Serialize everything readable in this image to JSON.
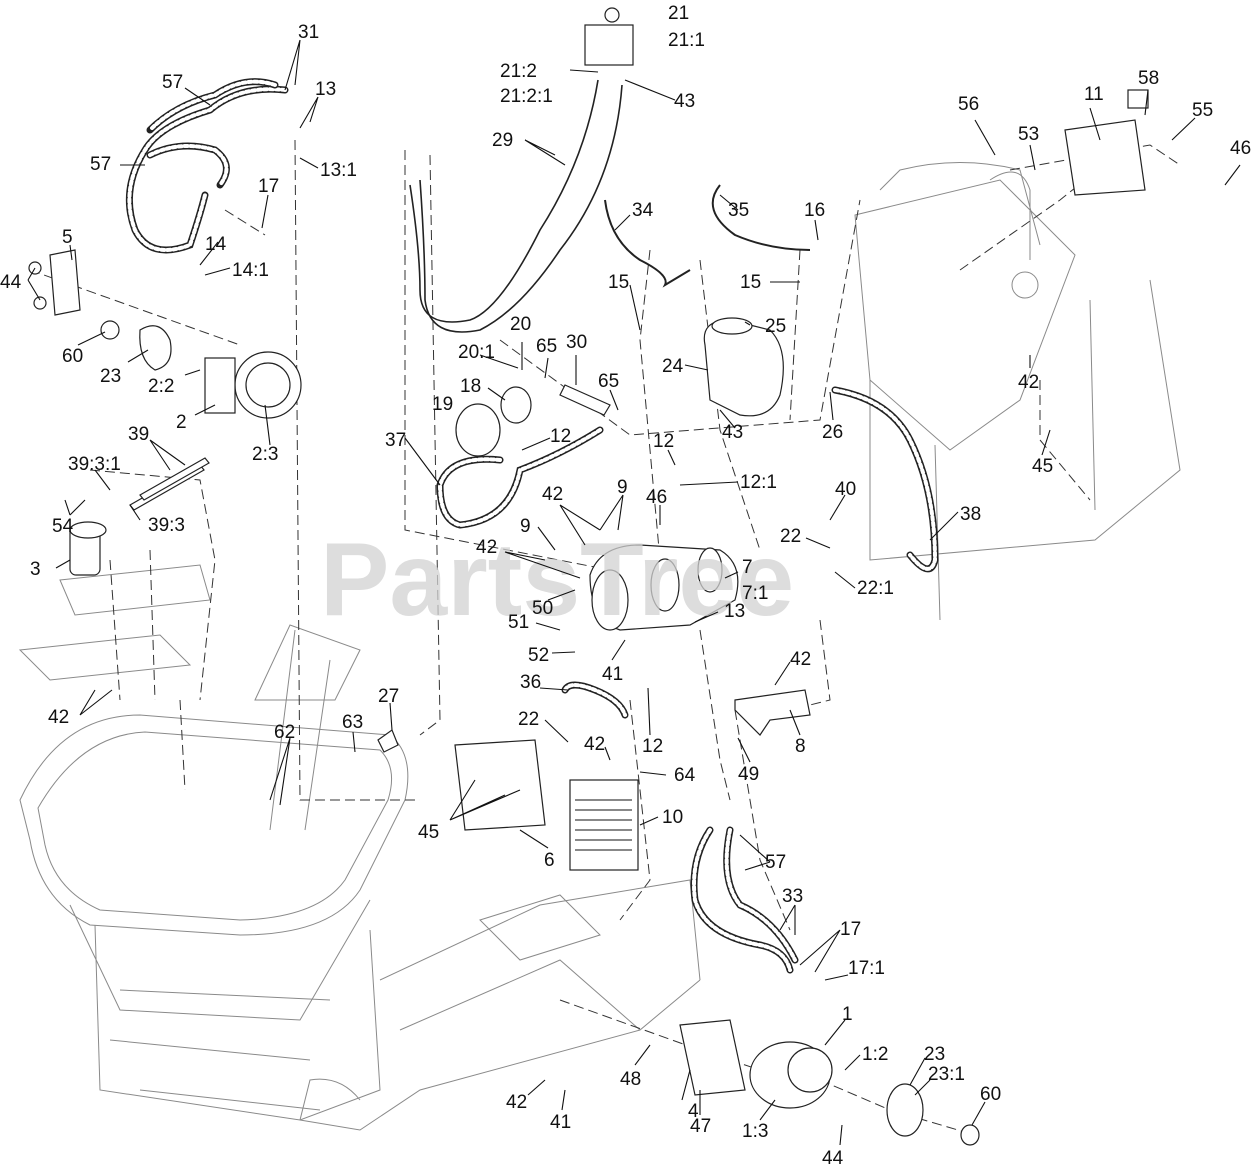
{
  "watermark": "PartsTree",
  "callouts": [
    "31",
    "13",
    "57",
    "57",
    "13:1",
    "17",
    "5",
    "44",
    "14",
    "14:1",
    "60",
    "23",
    "2:2",
    "2",
    "2:3",
    "39",
    "39:3:1",
    "54",
    "3",
    "39:3",
    "42",
    "21",
    "21:1",
    "21:2",
    "21:2:1",
    "43",
    "29",
    "34",
    "35",
    "16",
    "15",
    "15",
    "20",
    "20:1",
    "65",
    "30",
    "65",
    "19",
    "18",
    "12",
    "37",
    "25",
    "24",
    "43",
    "26",
    "12",
    "12:1",
    "46",
    "42",
    "9",
    "9",
    "42",
    "50",
    "51",
    "52",
    "41",
    "7",
    "7:1",
    "13",
    "12",
    "36",
    "22",
    "42",
    "64",
    "10",
    "45",
    "6",
    "62",
    "63",
    "27",
    "40",
    "22",
    "22:1",
    "38",
    "42",
    "8",
    "49",
    "11",
    "58",
    "56",
    "53",
    "55",
    "46",
    "42",
    "45",
    "57",
    "33",
    "17",
    "17:1",
    "1",
    "1:2",
    "23",
    "23:1",
    "60",
    "48",
    "4",
    "47",
    "1:3",
    "44",
    "42",
    "41"
  ]
}
